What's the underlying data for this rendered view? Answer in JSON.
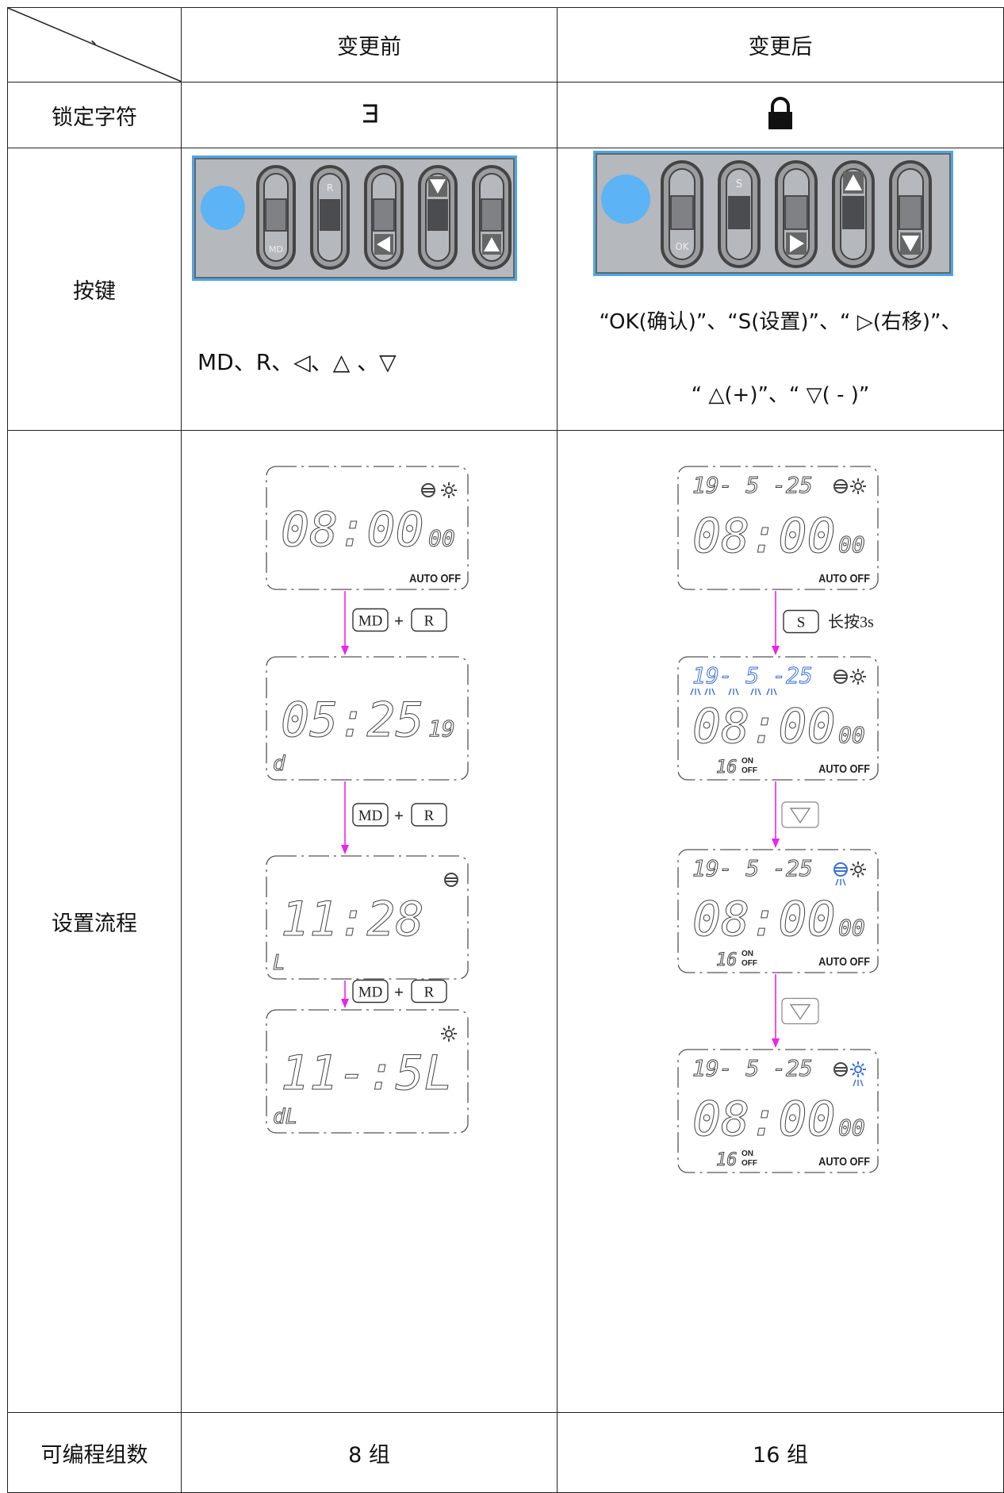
{
  "header": {
    "corner_mark": "、",
    "before": "变更前",
    "after": "变更后"
  },
  "rows": {
    "lock_char": {
      "label": "锁定字符",
      "before_glyph": "ᴲ",
      "after_icon": "lock-icon"
    },
    "keys": {
      "label": "按键",
      "before_panel": {
        "buttons": [
          "MD",
          "R",
          "◁",
          "▽",
          "△"
        ]
      },
      "after_panel": {
        "buttons": [
          "OK",
          "S",
          "▷",
          "△",
          "▽"
        ]
      },
      "before_text": "MD、R、◁、△ 、▽",
      "after_text_line1": "“OK(确认)”、“S(设置)”、“ ▷(右移)”、",
      "after_text_line2": "“ △(+)”、“ ▽( - )”"
    },
    "setup_flow": {
      "label": "设置流程",
      "before_steps": [
        {
          "top": "",
          "main": "08:00",
          "sec": "00",
          "corner": "",
          "status": "AUTO OFF",
          "icons": [
            "cooling-icon",
            "sun-icon"
          ]
        },
        {
          "top": "",
          "main": "05:25",
          "sec": "19",
          "corner": "d",
          "status": "",
          "icons": []
        },
        {
          "top": "",
          "main": "11:28",
          "sec": "",
          "corner": "L",
          "status": "",
          "icons": [
            "cooling-icon"
          ]
        },
        {
          "top": "",
          "main": "11-:5L",
          "sec": "",
          "corner": "dL",
          "status": "",
          "icons": [
            "sun-icon"
          ]
        }
      ],
      "before_transitions": [
        {
          "key1": "MD",
          "plus": "+",
          "key2": "R"
        },
        {
          "key1": "MD",
          "plus": "+",
          "key2": "R"
        },
        {
          "key1": "MD",
          "plus": "+",
          "key2": "R"
        }
      ],
      "after_steps": [
        {
          "top": "19- 5 -25",
          "main": "08:00",
          "sec": "00",
          "prog": "",
          "prog_on": "",
          "prog_off": "",
          "status": "AUTO OFF",
          "blink": "none"
        },
        {
          "top": "19- 5 -25",
          "main": "08:00",
          "sec": "00",
          "prog": "16",
          "prog_on": "ON",
          "prog_off": "OFF",
          "status": "AUTO OFF",
          "blink": "date"
        },
        {
          "top": "19- 5 -25",
          "main": "08:00",
          "sec": "00",
          "prog": "16",
          "prog_on": "ON",
          "prog_off": "OFF",
          "status": "AUTO OFF",
          "blink": "cooling"
        },
        {
          "top": "19- 5 -25",
          "main": "08:00",
          "sec": "00",
          "prog": "16",
          "prog_on": "ON",
          "prog_off": "OFF",
          "status": "AUTO OFF",
          "blink": "sun"
        }
      ],
      "after_transitions": [
        {
          "key": "S",
          "note": "长按3s"
        },
        {
          "key": "▽",
          "note": ""
        },
        {
          "key": "▽",
          "note": ""
        }
      ]
    },
    "program_groups": {
      "label": "可编程组数",
      "before": "8 组",
      "after": "16 组"
    }
  },
  "colors": {
    "arrow": "#ee22ee",
    "blink": "#3a6fd8",
    "panel_fill": "#b5b8bd",
    "panel_border": "#4da6e8",
    "indicator": "#5cb3f5",
    "lcd_digit": "#444444"
  }
}
